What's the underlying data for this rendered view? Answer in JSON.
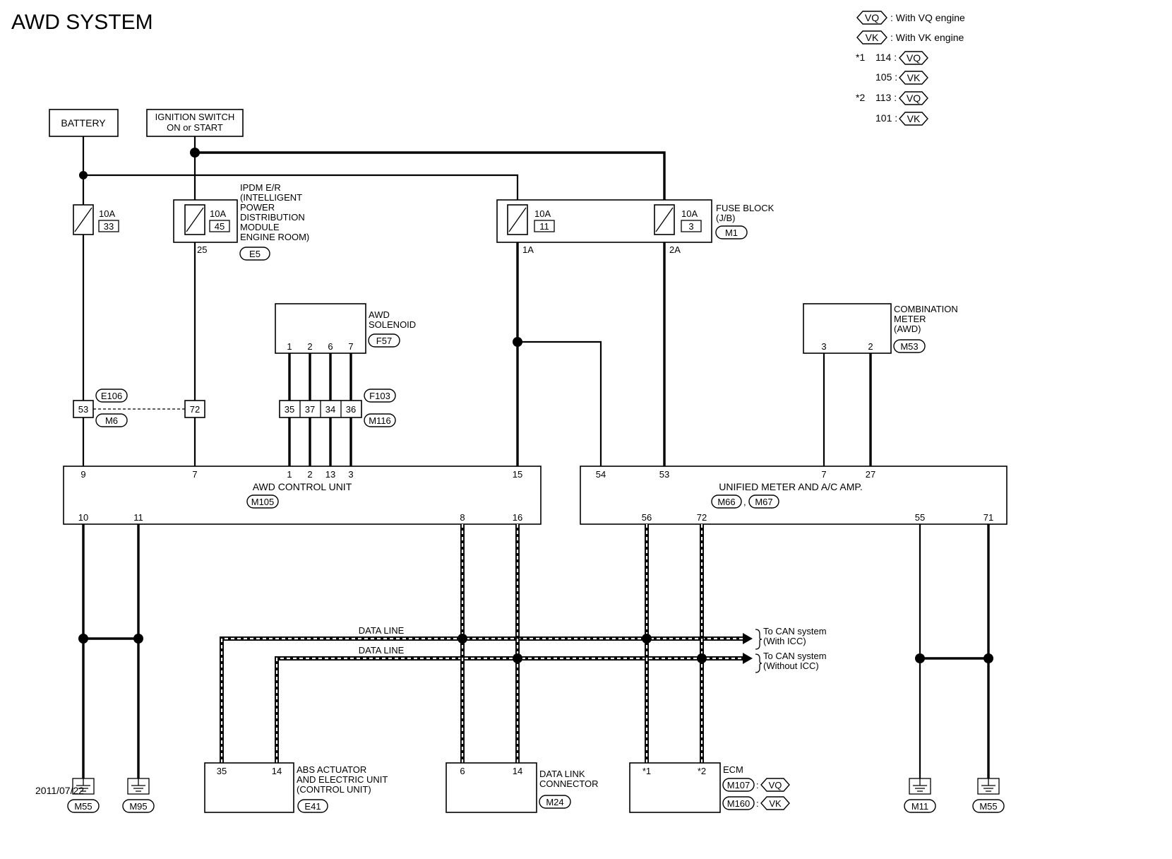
{
  "title": "AWD SYSTEM",
  "date": "2011/07/22",
  "legend": {
    "vq_tag": "VQ",
    "vq_text": ": With VQ engine",
    "vk_tag": "VK",
    "vk_text": ": With VK engine",
    "star1": "*1",
    "star1_vq_pin": "114 :",
    "star1_vk_pin": "105 :",
    "star2": "*2",
    "star2_vq_pin": "113 :",
    "star2_vk_pin": "101 :"
  },
  "battery": "BATTERY",
  "ignition": {
    "line1": "IGNITION SWITCH",
    "line2": "ON or START"
  },
  "fuses": {
    "f33": {
      "amp": "10A",
      "num": "33"
    },
    "f45": {
      "amp": "10A",
      "num": "45"
    },
    "f11": {
      "amp": "10A",
      "num": "11"
    },
    "f3": {
      "amp": "10A",
      "num": "3"
    }
  },
  "ipdm": {
    "lines": [
      "IPDM E/R",
      "(INTELLIGENT",
      "POWER",
      "DISTRIBUTION",
      "MODULE",
      "ENGINE ROOM)"
    ],
    "conn": "E5",
    "pin": "25"
  },
  "fuse_block": {
    "line1": "FUSE BLOCK",
    "line2": "(J/B)",
    "conn": "M1",
    "pin_1a": "1A",
    "pin_2a": "2A"
  },
  "awd_solenoid": {
    "line1": "AWD",
    "line2": "SOLENOID",
    "conn": "F57",
    "pins": [
      "1",
      "2",
      "6",
      "7"
    ]
  },
  "combination_meter": {
    "lines": [
      "COMBINATION",
      "METER",
      "(AWD)"
    ],
    "conn": "M53",
    "pins": [
      "3",
      "2"
    ]
  },
  "inline_connectors": {
    "e106": "E106",
    "m6": "M6",
    "pin53": "53",
    "pin72": "72",
    "f103": "F103",
    "m116": "M116",
    "solenoid_pins": [
      "35",
      "37",
      "34",
      "36"
    ]
  },
  "awd_control_unit": {
    "name": "AWD CONTROL UNIT",
    "conn": "M105",
    "top_pins": [
      "9",
      "7",
      "1",
      "2",
      "13",
      "3",
      "15"
    ],
    "bottom_pins": [
      "10",
      "11",
      "8",
      "16"
    ]
  },
  "unified_meter": {
    "name": "UNIFIED METER AND A/C AMP.",
    "conn1": "M66",
    "conn2": "M67",
    "sep": ",",
    "top_pins": [
      "54",
      "53",
      "7",
      "27"
    ],
    "bottom_pins": [
      "56",
      "72",
      "55",
      "71"
    ]
  },
  "data_line": "DATA LINE",
  "can": {
    "icc_line1": "To CAN system",
    "icc_line2": "(With ICC)",
    "noicc_line1": "To CAN system",
    "noicc_line2": "(Without ICC)"
  },
  "abs": {
    "lines": [
      "ABS ACTUATOR",
      "AND ELECTRIC UNIT",
      "(CONTROL UNIT)"
    ],
    "conn": "E41",
    "pins": [
      "35",
      "14"
    ]
  },
  "dlc": {
    "lines": [
      "DATA LINK",
      "CONNECTOR"
    ],
    "conn": "M24",
    "pins": [
      "6",
      "14"
    ]
  },
  "ecm": {
    "name": "ECM",
    "pins": [
      "*1",
      "*2"
    ],
    "conn_vq": "M107",
    "conn_vk": "M160",
    "colon": ":"
  },
  "grounds": [
    "M55",
    "M95",
    "M11",
    "M55"
  ]
}
